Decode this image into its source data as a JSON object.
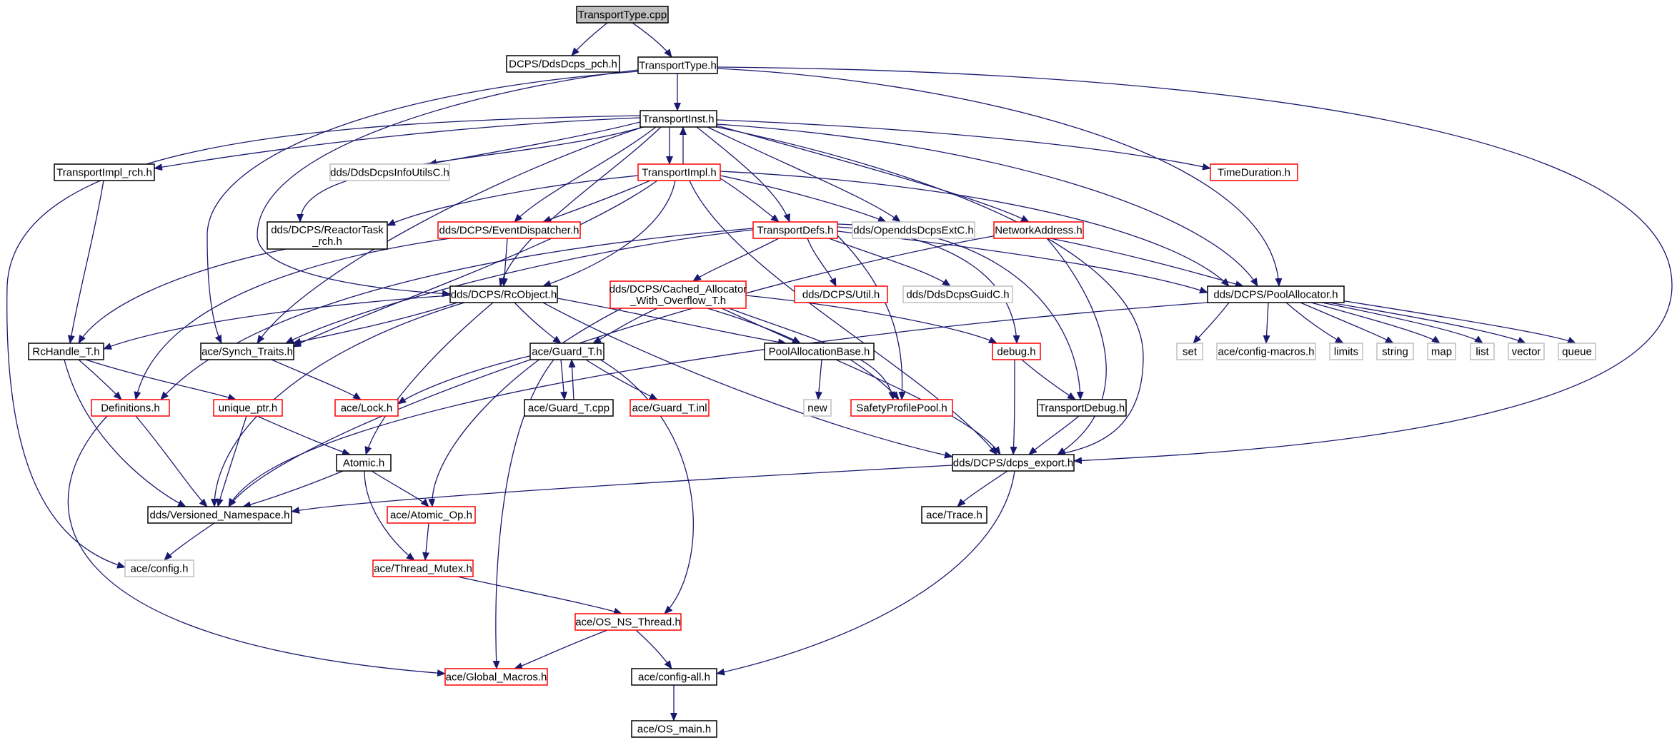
{
  "diagram": {
    "edge_color": "#191970",
    "border_colors": {
      "black": "#000000",
      "red": "#ff0000",
      "gray": "#bfbfbf",
      "root_fill": "#bfbfbf"
    },
    "nodes": [
      {
        "id": "root",
        "label": "TransportType.cpp",
        "style": "root"
      },
      {
        "id": "pch",
        "label": "DCPS/DdsDcps_pch.h",
        "style": "black"
      },
      {
        "id": "ttype",
        "label": "TransportType.h",
        "style": "black"
      },
      {
        "id": "tinst",
        "label": "TransportInst.h",
        "style": "black"
      },
      {
        "id": "timplrch",
        "label": "TransportImpl_rch.h",
        "style": "black"
      },
      {
        "id": "infoutils",
        "label": "dds/DdsDcpsInfoUtilsC.h",
        "style": "gray"
      },
      {
        "id": "timpl",
        "label": "TransportImpl.h",
        "style": "red"
      },
      {
        "id": "timedur",
        "label": "TimeDuration.h",
        "style": "red"
      },
      {
        "id": "reactortask",
        "label": [
          "dds/DCPS/ReactorTask",
          "_rch.h"
        ],
        "style": "black"
      },
      {
        "id": "evdisp",
        "label": "dds/DCPS/EventDispatcher.h",
        "style": "red"
      },
      {
        "id": "tdefs",
        "label": "TransportDefs.h",
        "style": "red"
      },
      {
        "id": "opendds",
        "label": "dds/OpenddsDcpsExtC.h",
        "style": "gray"
      },
      {
        "id": "netaddr",
        "label": "NetworkAddress.h",
        "style": "red"
      },
      {
        "id": "rcobj",
        "label": "dds/DCPS/RcObject.h",
        "style": "black"
      },
      {
        "id": "cached",
        "label": [
          "dds/DCPS/Cached_Allocator",
          "_With_Overflow_T.h"
        ],
        "style": "red"
      },
      {
        "id": "util",
        "label": "dds/DCPS/Util.h",
        "style": "red"
      },
      {
        "id": "guidc",
        "label": "dds/DdsDcpsGuidC.h",
        "style": "gray"
      },
      {
        "id": "poolalloc",
        "label": "dds/DCPS/PoolAllocator.h",
        "style": "black"
      },
      {
        "id": "rchandle",
        "label": "RcHandle_T.h",
        "style": "black"
      },
      {
        "id": "synch",
        "label": "ace/Synch_Traits.h",
        "style": "black"
      },
      {
        "id": "guardh",
        "label": "ace/Guard_T.h",
        "style": "black"
      },
      {
        "id": "pab",
        "label": "PoolAllocationBase.h",
        "style": "black"
      },
      {
        "id": "debug",
        "label": "debug.h",
        "style": "red"
      },
      {
        "id": "set",
        "label": "set",
        "style": "gray"
      },
      {
        "id": "cfgmacros",
        "label": "ace/config-macros.h",
        "style": "gray"
      },
      {
        "id": "limits",
        "label": "limits",
        "style": "gray"
      },
      {
        "id": "string",
        "label": "string",
        "style": "gray"
      },
      {
        "id": "map",
        "label": "map",
        "style": "gray"
      },
      {
        "id": "list",
        "label": "list",
        "style": "gray"
      },
      {
        "id": "vector",
        "label": "vector",
        "style": "gray"
      },
      {
        "id": "queue",
        "label": "queue",
        "style": "gray"
      },
      {
        "id": "defs",
        "label": "Definitions.h",
        "style": "red"
      },
      {
        "id": "uptr",
        "label": "unique_ptr.h",
        "style": "red"
      },
      {
        "id": "lock",
        "label": "ace/Lock.h",
        "style": "red"
      },
      {
        "id": "guardcpp",
        "label": "ace/Guard_T.cpp",
        "style": "black"
      },
      {
        "id": "guardinl",
        "label": "ace/Guard_T.inl",
        "style": "red"
      },
      {
        "id": "new",
        "label": "new",
        "style": "gray"
      },
      {
        "id": "spp",
        "label": "SafetyProfilePool.h",
        "style": "red"
      },
      {
        "id": "tdebug",
        "label": "TransportDebug.h",
        "style": "black"
      },
      {
        "id": "dcpsexp",
        "label": "dds/DCPS/dcps_export.h",
        "style": "black"
      },
      {
        "id": "atomic",
        "label": "Atomic.h",
        "style": "black"
      },
      {
        "id": "versioned",
        "label": "dds/Versioned_Namespace.h",
        "style": "black"
      },
      {
        "id": "atomicop",
        "label": "ace/Atomic_Op.h",
        "style": "red"
      },
      {
        "id": "trace",
        "label": "ace/Trace.h",
        "style": "black"
      },
      {
        "id": "config",
        "label": "ace/config.h",
        "style": "gray"
      },
      {
        "id": "tmutex",
        "label": "ace/Thread_Mutex.h",
        "style": "red"
      },
      {
        "id": "osthread",
        "label": "ace/OS_NS_Thread.h",
        "style": "red"
      },
      {
        "id": "globalmacros",
        "label": "ace/Global_Macros.h",
        "style": "red"
      },
      {
        "id": "cfgall",
        "label": "ace/config-all.h",
        "style": "black"
      },
      {
        "id": "osmain",
        "label": "ace/OS_main.h",
        "style": "black"
      }
    ]
  }
}
